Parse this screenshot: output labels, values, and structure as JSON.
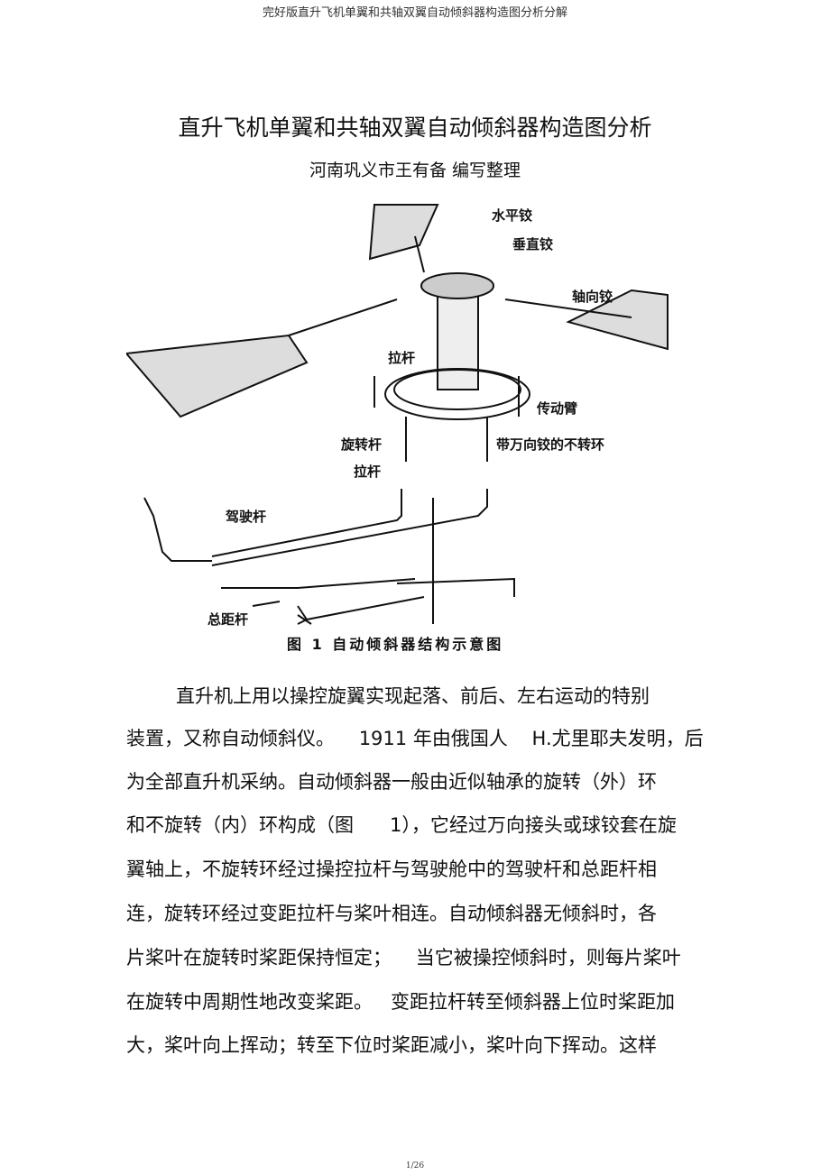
{
  "header": "完好版直升飞机单翼和共轴双翼自动倾斜器构造图分析分解",
  "title": "直升飞机单翼和共轴双翼自动倾斜器构造图分析",
  "author": "河南巩义市王有备 编写整理",
  "figure": {
    "labels": {
      "horizontal_hinge": "水平铰",
      "vertical_hinge": "垂直铰",
      "axial_hinge": "轴向铰",
      "pull_rod_top": "拉杆",
      "drive_arm": "传动臂",
      "rotating_rod": "旋转杆",
      "non_rotating_ring": "带万向铰的不转环",
      "pull_rod_bottom": "拉杆",
      "control_stick": "驾驶杆",
      "collective_stick": "总距杆"
    },
    "caption": "图 1   自动倾斜器结构示意图"
  },
  "body_lines": [
    "直升机上用以操控旋翼实现起落、前后、左右运动的特别",
    "装置，又称自动倾斜仪。    1911 年由俄国人    H.尤里耶夫发明，后",
    "为全部直升机采纳。自动倾斜器一般由近似轴承的旋转（外）环",
    "和不旋转（内）环构成（图      1），它经过万向接头或球铰套在旋",
    "翼轴上，不旋转环经过操控拉杆与驾驶舱中的驾驶杆和总距杆相",
    "连，旋转环经过变距拉杆与桨叶相连。自动倾斜器无倾斜时，各",
    "片桨叶在旋转时桨距保持恒定；    当它被操控倾斜时，则每片桨叶",
    "在旋转中周期性地改变桨距。   变距拉杆转至倾斜器上位时桨距加",
    "大，桨叶向上挥动；转至下位时桨距减小，桨叶向下挥动。这样"
  ],
  "footer": "1/26"
}
